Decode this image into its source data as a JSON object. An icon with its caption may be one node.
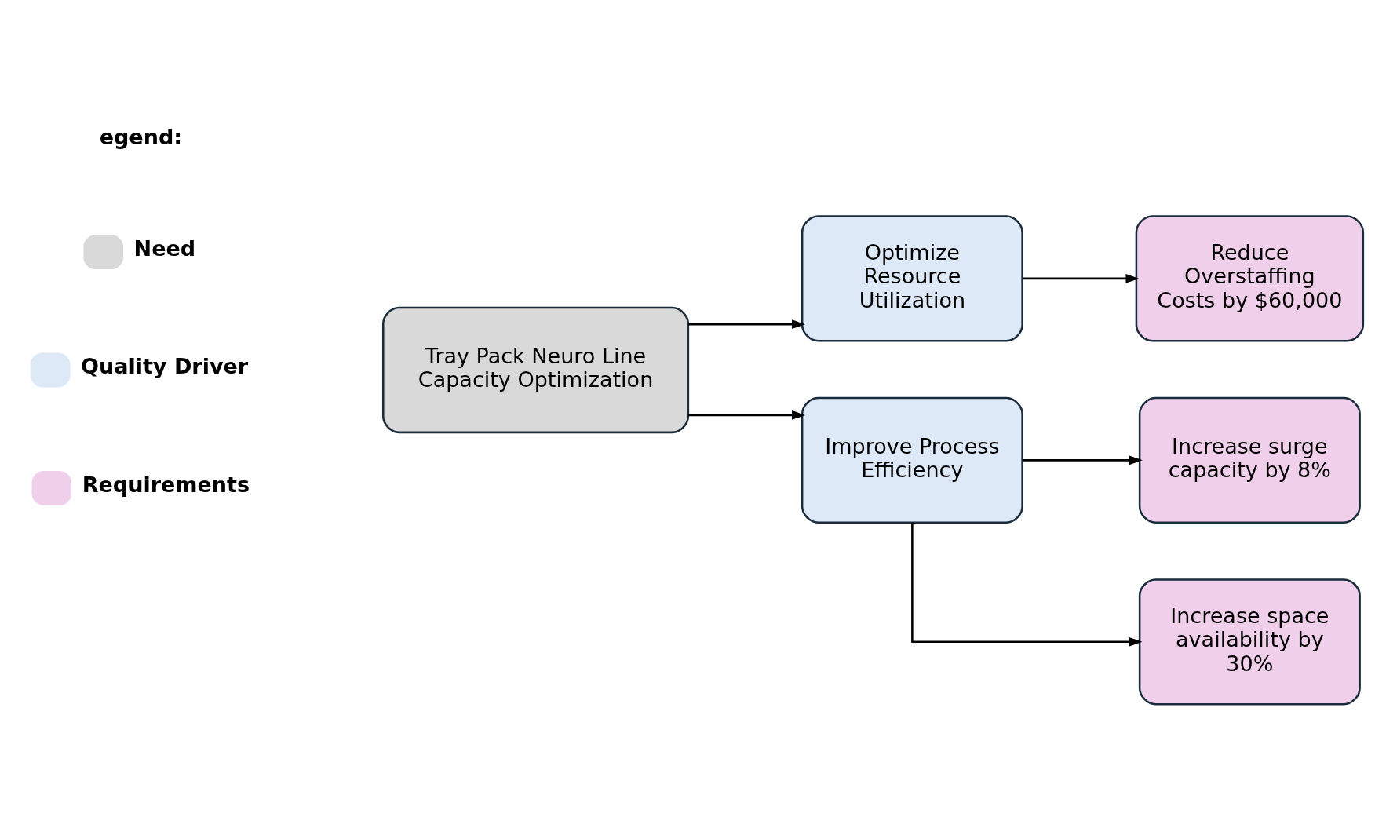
{
  "diagram": {
    "nodes": [
      {
        "text": [
          "Tray Pack Neuro Line Capacity Optimization"
        ]
      },
      {
        "text": [
          "Optimize Resource Utilization"
        ]
      },
      {
        "text": [
          "Reduce Overstaffing Costs by $60,000"
        ]
      },
      {
        "text": [
          "Improve Process Efficiency"
        ]
      },
      {
        "text": [
          "Increase surge capacity by 8%"
        ]
      },
      {
        "text": [
          "Increase space availability by 30%"
        ]
      }
    ],
    "edges": [
      {
        "from": 0,
        "to": 1,
        "arrow": "to"
      },
      {
        "from": 0,
        "to": 3,
        "arrow": "to"
      },
      {
        "from": 1,
        "to": 2,
        "arrow": "to"
      },
      {
        "from": 3,
        "to": 4,
        "arrow": "to"
      },
      {
        "from": 3,
        "to": 5,
        "arrow": "to"
      }
    ],
    "labels": [
      "egend:"
    ],
    "legend": [
      {
        "text": "Need",
        "color": "#d9d9d9"
      },
      {
        "text": "Quality Driver",
        "color": "#dde9f6"
      },
      {
        "text": "Requirements",
        "color": "#f0cfea"
      }
    ]
  }
}
